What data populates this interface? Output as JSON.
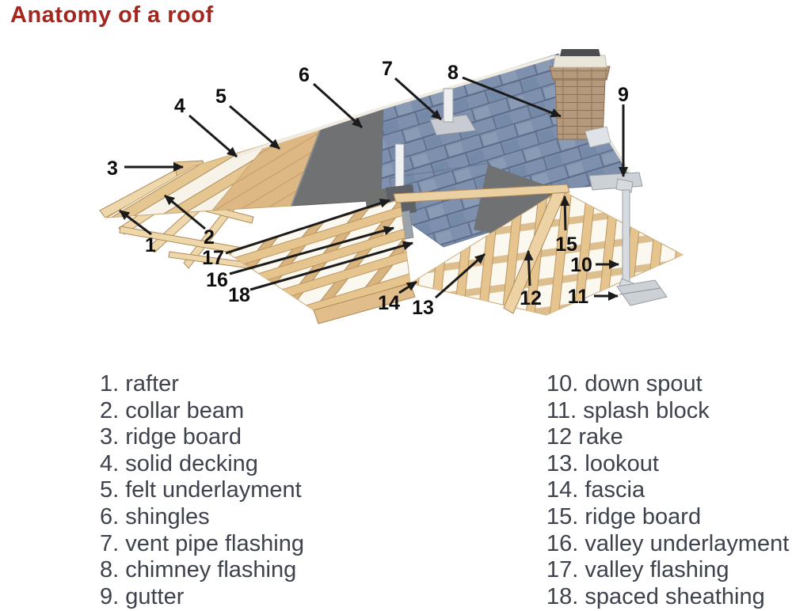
{
  "title": {
    "text": "Anatomy of a roof",
    "color": "#a3261f"
  },
  "diagram": {
    "description": "3D cutaway roof anatomy illustration",
    "callouts": [
      "1",
      "2",
      "3",
      "4",
      "5",
      "6",
      "7",
      "8",
      "9",
      "10",
      "11",
      "12",
      "13",
      "14",
      "15",
      "16",
      "17",
      "18"
    ],
    "colors": {
      "shingles": "#7e90ae",
      "shingle_line": "#5c6c88",
      "felt_underlayment": "#6f7173",
      "wood_light": "#f8f3e9",
      "wood_batten": "#e6c690",
      "wood_decking": "#ddb885",
      "wood_edge": "#b08a58",
      "brick": "#b5997c",
      "chimney_crown": "#eae6da",
      "metal_light": "#d7dade",
      "metal_mid": "#ccd1d6",
      "valley_metal": "#9aa2ab",
      "arrow": "#1b1b1b",
      "background": "#ffffff"
    }
  },
  "legend": {
    "left_items": [
      "1. rafter",
      "2. collar beam",
      "3. ridge board",
      "4. solid decking",
      "5. felt underlayment",
      "6. shingles",
      "7. vent pipe flashing",
      "8. chimney flashing",
      "9. gutter"
    ],
    "right_items": [
      "10. down spout",
      "11. splash block",
      "12 rake",
      "13. lookout",
      "14. fascia",
      "15. ridge board",
      "16. valley underlayment",
      "17. valley flashing",
      "18. spaced sheathing"
    ]
  }
}
